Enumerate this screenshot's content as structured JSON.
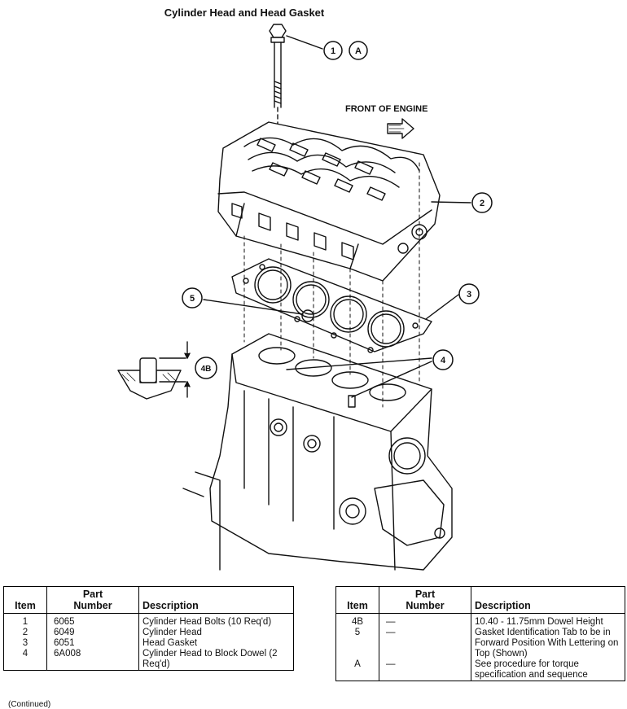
{
  "title": "Cylinder Head and Head Gasket",
  "front_label": "FRONT OF ENGINE",
  "callouts": {
    "c1": "1",
    "cA": "A",
    "c2": "2",
    "c3": "3",
    "c4": "4",
    "c5": "5",
    "c4B": "4B"
  },
  "table_headers": {
    "item": "Item",
    "part_number_line1": "Part",
    "part_number_line2": "Number",
    "description": "Description"
  },
  "table_left": [
    {
      "item": "1",
      "part": "6065",
      "desc": "Cylinder Head Bolts (10 Req'd)"
    },
    {
      "item": "2",
      "part": "6049",
      "desc": "Cylinder Head"
    },
    {
      "item": "3",
      "part": "6051",
      "desc": "Head Gasket"
    },
    {
      "item": "4",
      "part": "6A008",
      "desc": "Cylinder Head to Block Dowel (2 Req'd)"
    }
  ],
  "table_right": [
    {
      "item": "4B",
      "part": "—",
      "desc": "10.40 - 11.75mm Dowel Height"
    },
    {
      "item": "5",
      "part": "—",
      "desc": "Gasket Identification Tab to be in Forward Position With Lettering on Top (Shown)"
    },
    {
      "item": "A",
      "part": "—",
      "desc": "See procedure for torque specification and sequence"
    }
  ],
  "continued": "(Continued)"
}
